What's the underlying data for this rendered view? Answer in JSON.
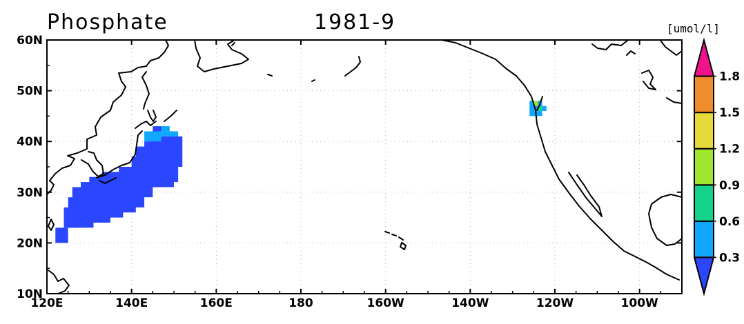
{
  "title": "Phosphate",
  "period": "1981-9",
  "units": "[umol/l]",
  "map": {
    "lon_range": [
      120,
      270
    ],
    "lat_range": [
      10,
      60
    ],
    "x_ticks": [
      {
        "lon": 120,
        "label": "120E"
      },
      {
        "lon": 140,
        "label": "140E"
      },
      {
        "lon": 160,
        "label": "160E"
      },
      {
        "lon": 180,
        "label": "180"
      },
      {
        "lon": 200,
        "label": "160W"
      },
      {
        "lon": 220,
        "label": "140W"
      },
      {
        "lon": 240,
        "label": "120W"
      },
      {
        "lon": 260,
        "label": "100W"
      }
    ],
    "y_ticks": [
      {
        "lat": 10,
        "label": "10N"
      },
      {
        "lat": 20,
        "label": "20N"
      },
      {
        "lat": 30,
        "label": "30N"
      },
      {
        "lat": 40,
        "label": "40N"
      },
      {
        "lat": 50,
        "label": "50N"
      },
      {
        "lat": 60,
        "label": "60N"
      }
    ],
    "grid": "dotted"
  },
  "colorbar": {
    "labels": [
      "0.3",
      "0.6",
      "0.9",
      "1.2",
      "1.5",
      "1.8"
    ],
    "colors": [
      "#2b46ff",
      "#10a8ff",
      "#14d28c",
      "#9ee630",
      "#e6da3a",
      "#ef8c2e",
      "#f0148c"
    ],
    "extend": "both"
  },
  "field": {
    "cell_size_deg": [
      1,
      1
    ],
    "cells": [
      {
        "lon": [
          122,
          125
        ],
        "lat": [
          20,
          23
        ],
        "level": 0
      },
      {
        "lon": [
          124,
          128
        ],
        "lat": [
          23,
          27
        ],
        "level": 0
      },
      {
        "lon": [
          125,
          131
        ],
        "lat": [
          23,
          29
        ],
        "level": 0
      },
      {
        "lon": [
          126,
          135
        ],
        "lat": [
          24,
          31
        ],
        "level": 0
      },
      {
        "lon": [
          128,
          138
        ],
        "lat": [
          25,
          32
        ],
        "level": 0
      },
      {
        "lon": [
          130,
          141
        ],
        "lat": [
          26,
          33
        ],
        "level": 0
      },
      {
        "lon": [
          133,
          143
        ],
        "lat": [
          27,
          34
        ],
        "level": 0
      },
      {
        "lon": [
          137,
          145
        ],
        "lat": [
          29,
          35
        ],
        "level": 0
      },
      {
        "lon": [
          140,
          147
        ],
        "lat": [
          31,
          37
        ],
        "level": 0
      },
      {
        "lon": [
          141,
          149
        ],
        "lat": [
          32,
          39
        ],
        "level": 0
      },
      {
        "lon": [
          143,
          151
        ],
        "lat": [
          32,
          40
        ],
        "level": 0
      },
      {
        "lon": [
          144,
          152
        ],
        "lat": [
          35,
          41
        ],
        "level": 0
      },
      {
        "lon": [
          145,
          150
        ],
        "lat": [
          31,
          35
        ],
        "level": 0
      },
      {
        "lon": [
          143,
          147
        ],
        "lat": [
          40,
          42
        ],
        "level": 1
      },
      {
        "lon": [
          146,
          149
        ],
        "lat": [
          42,
          43
        ],
        "level": 1
      },
      {
        "lon": [
          147,
          151
        ],
        "lat": [
          41,
          42
        ],
        "level": 1
      },
      {
        "lon": [
          145,
          147
        ],
        "lat": [
          42,
          43
        ],
        "level": 0
      },
      {
        "lon": [
          234,
          237
        ],
        "lat": [
          45,
          48
        ],
        "level": 1
      },
      {
        "lon": [
          235,
          236
        ],
        "lat": [
          47,
          48
        ],
        "level": 3
      },
      {
        "lon": [
          236,
          237
        ],
        "lat": [
          46,
          47
        ],
        "level": 2
      },
      {
        "lon": [
          237,
          238
        ],
        "lat": [
          46,
          47
        ],
        "level": 1
      }
    ]
  }
}
